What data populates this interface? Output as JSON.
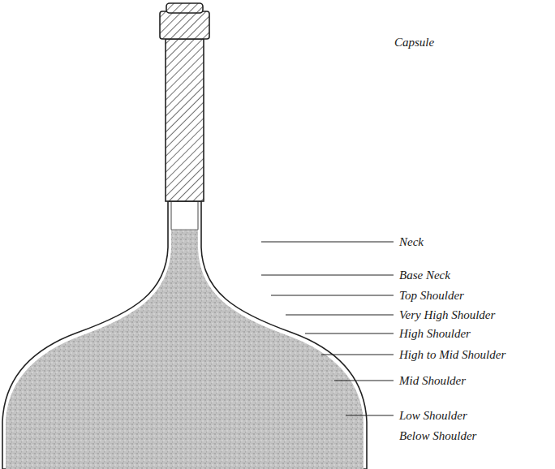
{
  "diagram": {
    "labels": [
      "Capsule",
      "Neck",
      "Base Neck",
      "Top Shoulder",
      "Very High Shoulder",
      "High Shoulder",
      "High to Mid Shoulder",
      "Mid Shoulder",
      "Low Shoulder",
      "Below Shoulder"
    ]
  }
}
